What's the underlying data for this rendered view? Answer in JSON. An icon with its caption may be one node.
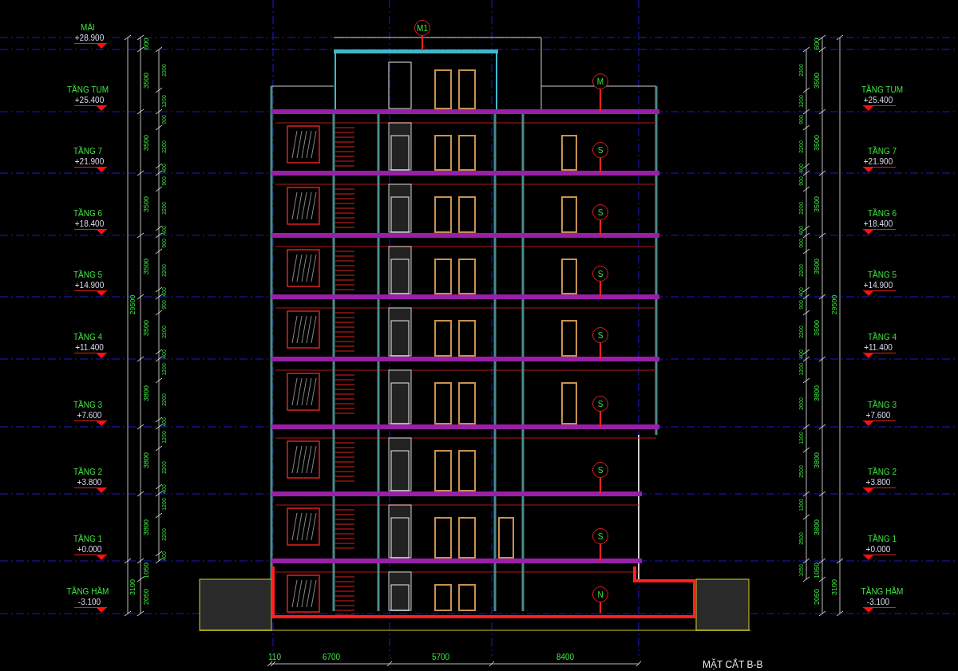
{
  "diagram": {
    "title": "MẶT CẮT B-B",
    "nodes": [
      {
        "text": [
          "M1"
        ]
      },
      {
        "text": [
          "M"
        ]
      },
      {
        "text": [
          "S"
        ]
      },
      {
        "text": [
          "S"
        ]
      },
      {
        "text": [
          "S"
        ]
      },
      {
        "text": [
          "S"
        ]
      },
      {
        "text": [
          "S"
        ]
      },
      {
        "text": [
          "S"
        ]
      },
      {
        "text": [
          "S"
        ]
      },
      {
        "text": [
          "N"
        ]
      }
    ],
    "edges": [
      {
        "from": 0,
        "to": null,
        "arrow": "none"
      },
      {
        "from": 1,
        "to": null,
        "arrow": "none"
      },
      {
        "from": 2,
        "to": null,
        "arrow": "none"
      },
      {
        "from": 3,
        "to": null,
        "arrow": "none"
      },
      {
        "from": 4,
        "to": null,
        "arrow": "none"
      },
      {
        "from": 5,
        "to": null,
        "arrow": "none"
      },
      {
        "from": 6,
        "to": null,
        "arrow": "none"
      },
      {
        "from": 7,
        "to": null,
        "arrow": "none"
      },
      {
        "from": 8,
        "to": null,
        "arrow": "none"
      },
      {
        "from": 9,
        "to": null,
        "arrow": "none"
      }
    ],
    "labels": [
      "MÁI",
      "+28.900",
      "TẦNG TUM",
      "+25.400",
      "TẦNG 7",
      "+21.900",
      "TẦNG 6",
      "+18.400",
      "TẦNG 5",
      "+14.900",
      "TẦNG 4",
      "+11.400",
      "TẦNG 3",
      "+7.600",
      "TẦNG 2",
      "+3.800",
      "TẦNG 1",
      "+0.000",
      "TẦNG HẦM",
      "-3.100",
      "29500",
      "3100",
      "600",
      "3500",
      "3500",
      "3500",
      "3500",
      "3500",
      "3800",
      "3800",
      "3800",
      "1050",
      "2050",
      "2300",
      "1200",
      "900",
      "2200",
      "400",
      "900",
      "2200",
      "400",
      "900",
      "2200",
      "400",
      "900",
      "2200",
      "400",
      "1200",
      "2200",
      "400",
      "1200",
      "2200",
      "400",
      "1200",
      "2200",
      "400",
      "2300",
      "1200",
      "900",
      "2200",
      "400",
      "900",
      "2200",
      "400",
      "900",
      "2200",
      "400",
      "900",
      "2200",
      "400",
      "1200",
      "2600",
      "1300",
      "2500",
      "1300",
      "2500",
      "1050",
      "600",
      "3500",
      "3500",
      "3500",
      "3500",
      "3500",
      "3800",
      "3800",
      "3800",
      "1050",
      "2050",
      "29500",
      "3100",
      "TẦNG TUM",
      "+25.400",
      "TẦNG 7",
      "+21.900",
      "TẦNG 6",
      "+18.400",
      "TẦNG 5",
      "+14.900",
      "TẦNG 4",
      "+11.400",
      "TẦNG 3",
      "+7.600",
      "TẦNG 2",
      "+3.800",
      "TẦNG 1",
      "+0.000",
      "TẦNG HẦM",
      "-3.100",
      "110",
      "6700",
      "5700",
      "8400"
    ]
  }
}
